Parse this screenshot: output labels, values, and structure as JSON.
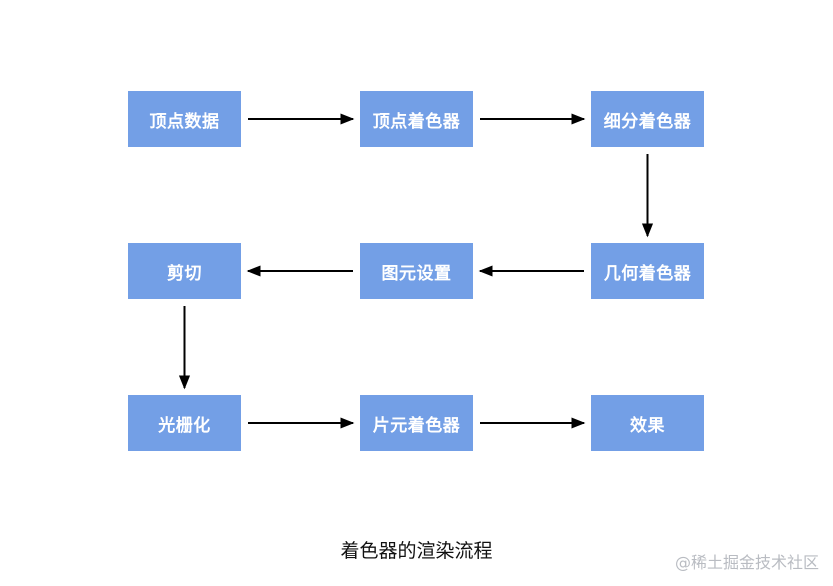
{
  "diagram": {
    "nodes": [
      {
        "id": "vertex-data",
        "label": "顶点数据"
      },
      {
        "id": "vertex-shader",
        "label": "顶点着色器"
      },
      {
        "id": "tessellation-shader",
        "label": "细分着色器"
      },
      {
        "id": "clipping",
        "label": "剪切"
      },
      {
        "id": "primitive-setup",
        "label": "图元设置"
      },
      {
        "id": "geometry-shader",
        "label": "几何着色器"
      },
      {
        "id": "rasterization",
        "label": "光栅化"
      },
      {
        "id": "fragment-shader",
        "label": "片元着色器"
      },
      {
        "id": "effect",
        "label": "效果"
      }
    ],
    "edges": [
      {
        "from": "vertex-data",
        "to": "vertex-shader"
      },
      {
        "from": "vertex-shader",
        "to": "tessellation-shader"
      },
      {
        "from": "tessellation-shader",
        "to": "geometry-shader"
      },
      {
        "from": "geometry-shader",
        "to": "primitive-setup"
      },
      {
        "from": "primitive-setup",
        "to": "clipping"
      },
      {
        "from": "clipping",
        "to": "rasterization"
      },
      {
        "from": "rasterization",
        "to": "fragment-shader"
      },
      {
        "from": "fragment-shader",
        "to": "effect"
      }
    ],
    "caption": "着色器的渲染流程",
    "node_color": "#739fe6",
    "node_text_color": "#ffffff",
    "edge_color": "#000000"
  },
  "watermark": "@稀土掘金技术社区"
}
